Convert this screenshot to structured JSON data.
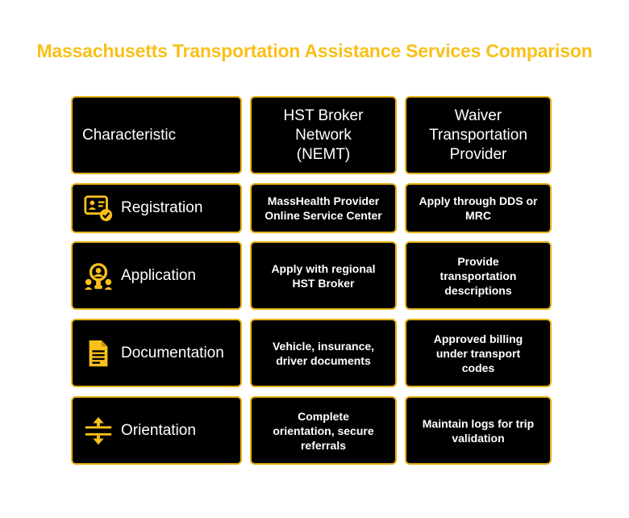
{
  "title": "Massachusetts Transportation Assistance Services Comparison",
  "colors": {
    "accent": "#F9C01A",
    "cell_bg": "#000000",
    "text": "#FFFFFF"
  },
  "headers": {
    "characteristic": "Characteristic",
    "col1": "HST Broker Network (NEMT)",
    "col2": "Waiver Transportation Provider"
  },
  "rows": [
    {
      "icon": "id-card-check-icon",
      "label": "Registration",
      "col1": "MassHealth Provider Online Service Center",
      "col2": "Apply through DDS or MRC"
    },
    {
      "icon": "search-person-icon",
      "label": "Application",
      "col1": "Apply with regional HST Broker",
      "col2": "Provide transportation descriptions"
    },
    {
      "icon": "document-icon",
      "label": "Documentation",
      "col1": "Vehicle, insurance, driver documents",
      "col2": "Approved billing under transport codes"
    },
    {
      "icon": "vertical-expand-icon",
      "label": "Orientation",
      "col1": "Complete orientation, secure referrals",
      "col2": "Maintain logs for trip validation"
    }
  ]
}
